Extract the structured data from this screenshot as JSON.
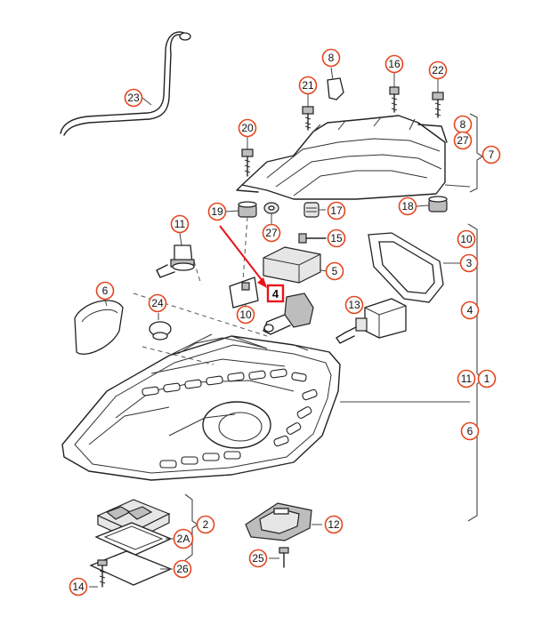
{
  "diagram": {
    "callouts": [
      {
        "id": "c23",
        "label": "23"
      },
      {
        "id": "c8a",
        "label": "8"
      },
      {
        "id": "c16",
        "label": "16"
      },
      {
        "id": "c21",
        "label": "21"
      },
      {
        "id": "c22",
        "label": "22"
      },
      {
        "id": "c20",
        "label": "20"
      },
      {
        "id": "c8b",
        "label": "8"
      },
      {
        "id": "c27a",
        "label": "27"
      },
      {
        "id": "c7",
        "label": "7"
      },
      {
        "id": "c19",
        "label": "19"
      },
      {
        "id": "c17",
        "label": "17"
      },
      {
        "id": "c18",
        "label": "18"
      },
      {
        "id": "c27b",
        "label": "27"
      },
      {
        "id": "c11a",
        "label": "11"
      },
      {
        "id": "c15",
        "label": "15"
      },
      {
        "id": "c10a",
        "label": "10"
      },
      {
        "id": "c3",
        "label": "3"
      },
      {
        "id": "c5",
        "label": "5"
      },
      {
        "id": "c6a",
        "label": "6"
      },
      {
        "id": "c24",
        "label": "24"
      },
      {
        "id": "c10b",
        "label": "10"
      },
      {
        "id": "c13",
        "label": "13"
      },
      {
        "id": "c4b",
        "label": "4"
      },
      {
        "id": "c11b",
        "label": "11"
      },
      {
        "id": "c1",
        "label": "1"
      },
      {
        "id": "c6b",
        "label": "6"
      },
      {
        "id": "c2",
        "label": "2"
      },
      {
        "id": "c2A",
        "label": "2A"
      },
      {
        "id": "c12",
        "label": "12"
      },
      {
        "id": "c26",
        "label": "26"
      },
      {
        "id": "c25",
        "label": "25"
      },
      {
        "id": "c14",
        "label": "14"
      }
    ],
    "highlight": {
      "label": "4",
      "color": "#e8141b"
    },
    "accent_color": "#e3461e"
  }
}
